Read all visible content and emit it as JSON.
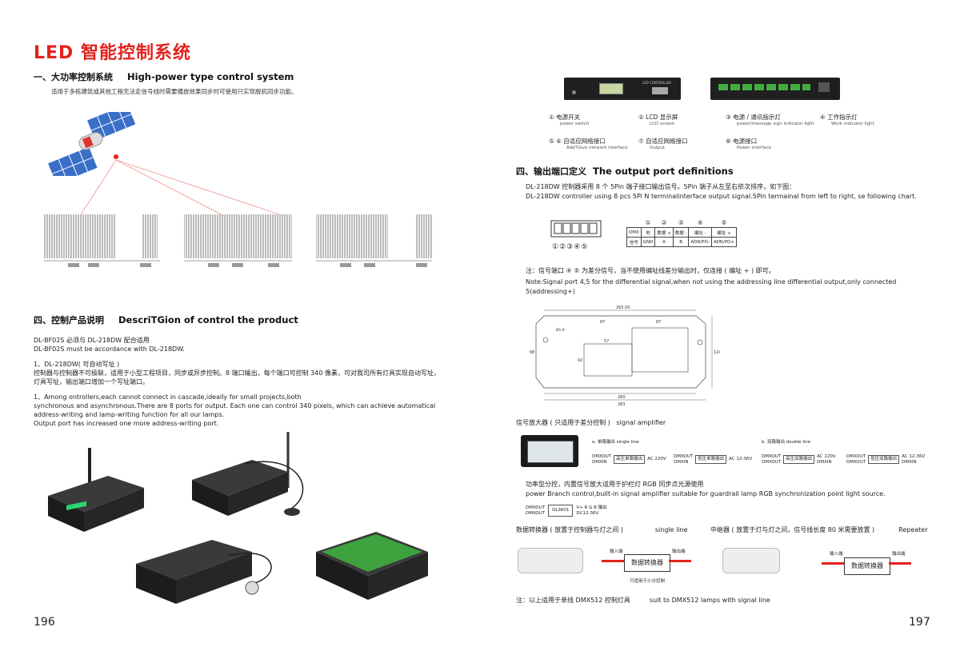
{
  "title": "LED 智能控制系统",
  "left": {
    "sec1_cn": "一、大功率控制系统",
    "sec1_en": "High-power type control system",
    "sec1_desc": "适用于多栋建筑或其他工程无法走信号线时需要播放效果同步时可使用只实现脱机同步功能。",
    "sec4_cn": "四、控制产品说明",
    "sec4_en": "DescriTGion of control the product",
    "p1a": "DL-BF02S 必须与 DL-218DW 配合适用",
    "p1b": "DL-BF02S must be accordance with DL-218DW.",
    "p2a": "1、DL-218DW( 可自动写址 )",
    "p2b": "控制器与控制器不可极联，适用于小型工程项目，同步或异步控制。8 端口输出，每个端口可控制 340 像素，可对我司所有灯具实现自动写址，",
    "p2c": "灯具写址，输出端口增加一个写址端口。",
    "p3a": "1、Among ontrollers,each cannot connect in cascade,ideally for small projects,both",
    "p3b": "synchronous and asynchronous.There are 8 ports for output. Each one can control 340 pixels, which can achieve automatical",
    "p3c": "address-writing and lamp-writing function for all our lamps.",
    "p3d": "Output port has increased one more address-writing port.",
    "page": "196"
  },
  "right": {
    "device_label": "LED CONTROLLER",
    "captions": [
      {
        "num": "①",
        "cn": "电源开关",
        "en": "power switch"
      },
      {
        "num": "②",
        "cn": "LCD 显示屏",
        "en": "LCD screen"
      },
      {
        "num": "③",
        "cn": "电源 / 通讯指示灯",
        "en": "power/message sign indicator light"
      },
      {
        "num": "④",
        "cn": "工作指示灯",
        "en": "Work indicator light"
      },
      {
        "num": "⑤ ⑥",
        "cn": "自适应网络接口",
        "en": "AdaTGive network interface"
      },
      {
        "num": "⑦",
        "cn": "自适应网络接口",
        "en": "Output"
      },
      {
        "num": "⑧",
        "cn": "电源接口",
        "en": "Power interface"
      }
    ],
    "sec4_cn": "四、输出端口定义",
    "sec4_en": "The output port definitions",
    "def_cn": "DL-218DW 控制器采用 8 个 5Pin 端子接口输出信号。5Pin 端子从左至右依次排序，如下图：",
    "def_en": "DL-218DW controller using 8 pcs 5Pi N terminalinterface output signal.5Pin termainal from left to right, se following chart.",
    "terminal_nums": "①②③④⑤",
    "pin_table": {
      "head": [
        "①",
        "②",
        "③",
        "④",
        "⑤"
      ],
      "row_label_1": "DMX",
      "row_label_2": "信号",
      "row1": [
        "地",
        "数据 +",
        "数据 -",
        "编址 -",
        "编址 +"
      ],
      "row2": [
        "GND",
        "A",
        "B",
        "ADR/PO-",
        "ADR/PO+"
      ]
    },
    "note_cn": "注：信号端口 ④ ⑤ 为差分信号，当不使用编址线差分输出时，仅连接    ( 编址 + ) 即可。",
    "note_en1": "Note:Signal port 4,5 for the differential signal,when not using the addressing line differential output,only connected",
    "note_en2": "5(addressing+)",
    "dims": {
      "top": "265.00",
      "w1": "87",
      "w2": "87",
      "w3": "57",
      "h1": "124",
      "h2": "98",
      "h3": "42",
      "b1": "260",
      "b2": "283",
      "hole": "Ø1.9"
    },
    "amp_title_cn": "信号放大器 ( 只适用于差分控制 )",
    "amp_title_en": "signal amplifier",
    "single_label": "a. 单路输出   single line",
    "double_label": "b. 双路输出   double line",
    "dmxout": "DMXOUT",
    "dmxin": "DMXIN",
    "amp_boxes": [
      "高压单路输出",
      "低压单路输出",
      "高压双路输出",
      "低压双路输出"
    ],
    "amp_volts": [
      "AC 220V",
      "AC 12-36V",
      "AC 220V",
      "AC 12-36V"
    ],
    "branch_cn": "功率型分控，内置信号放大适用于护栏灯 RGB 同步点光源使用",
    "branch_en": "power Branch control,built-in signal amplifier suitable for guardrail lamp RGB synchronization point light source.",
    "dl3601": "DL3601",
    "dl_out": "V+ R G B 输出",
    "dl_dc": "DC12-36V",
    "conv_cn": "数据转换器 ( 放置于控制器与灯之间 )",
    "conv_en": "single line",
    "rep_cn": "中继器 ( 放置于灯与灯之间，信号线长度 80 米需要放置 )",
    "rep_en": "Repeater",
    "conv_box": "数据转换器",
    "in_port": "输入端",
    "out_port": "输出端",
    "conv_note": "只适用于小分控制",
    "final_cn": "注：以上适用于单线 DMX512 控制灯具",
    "final_en": "suit to DMX512 lamps with signal line",
    "page": "197"
  }
}
